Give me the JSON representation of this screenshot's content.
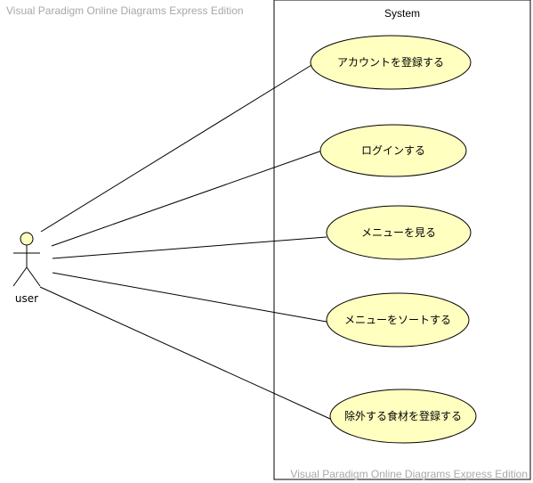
{
  "watermark_top": "Visual Paradigm Online Diagrams Express Edition",
  "watermark_bottom": "Visual Paradigm Online Diagrams Express Edition",
  "system": {
    "title": "System"
  },
  "actor": {
    "name": "user"
  },
  "use_cases": [
    {
      "label": "アカウントを登録する"
    },
    {
      "label": "ログインする"
    },
    {
      "label": "メニューを見る"
    },
    {
      "label": "メニューをソートする"
    },
    {
      "label": "除外する食材を登録する"
    }
  ],
  "colors": {
    "use_case_fill": "#ffffc0",
    "stroke": "#000000",
    "watermark": "#a8a8a8"
  }
}
